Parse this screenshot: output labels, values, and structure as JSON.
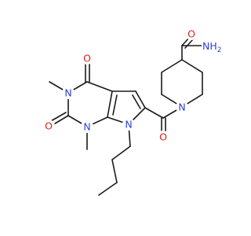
{
  "structure": {
    "colors": {
      "bond": "#1a1a1a",
      "nitrogen": "#2d3fd6",
      "oxygen": "#e0201b"
    },
    "atom_labels": {
      "amide_oxygen": "O",
      "amide_nitrogen_main": "NH",
      "amide_nitrogen_sub": "2",
      "piperidine_nitrogen": "N",
      "carbonyl_oxygen": "O",
      "pyrrole_nitrogen": "N",
      "n1_nitrogen": "N",
      "n3_nitrogen": "N",
      "c2_oxygen": "O",
      "c4_oxygen": "O"
    }
  }
}
